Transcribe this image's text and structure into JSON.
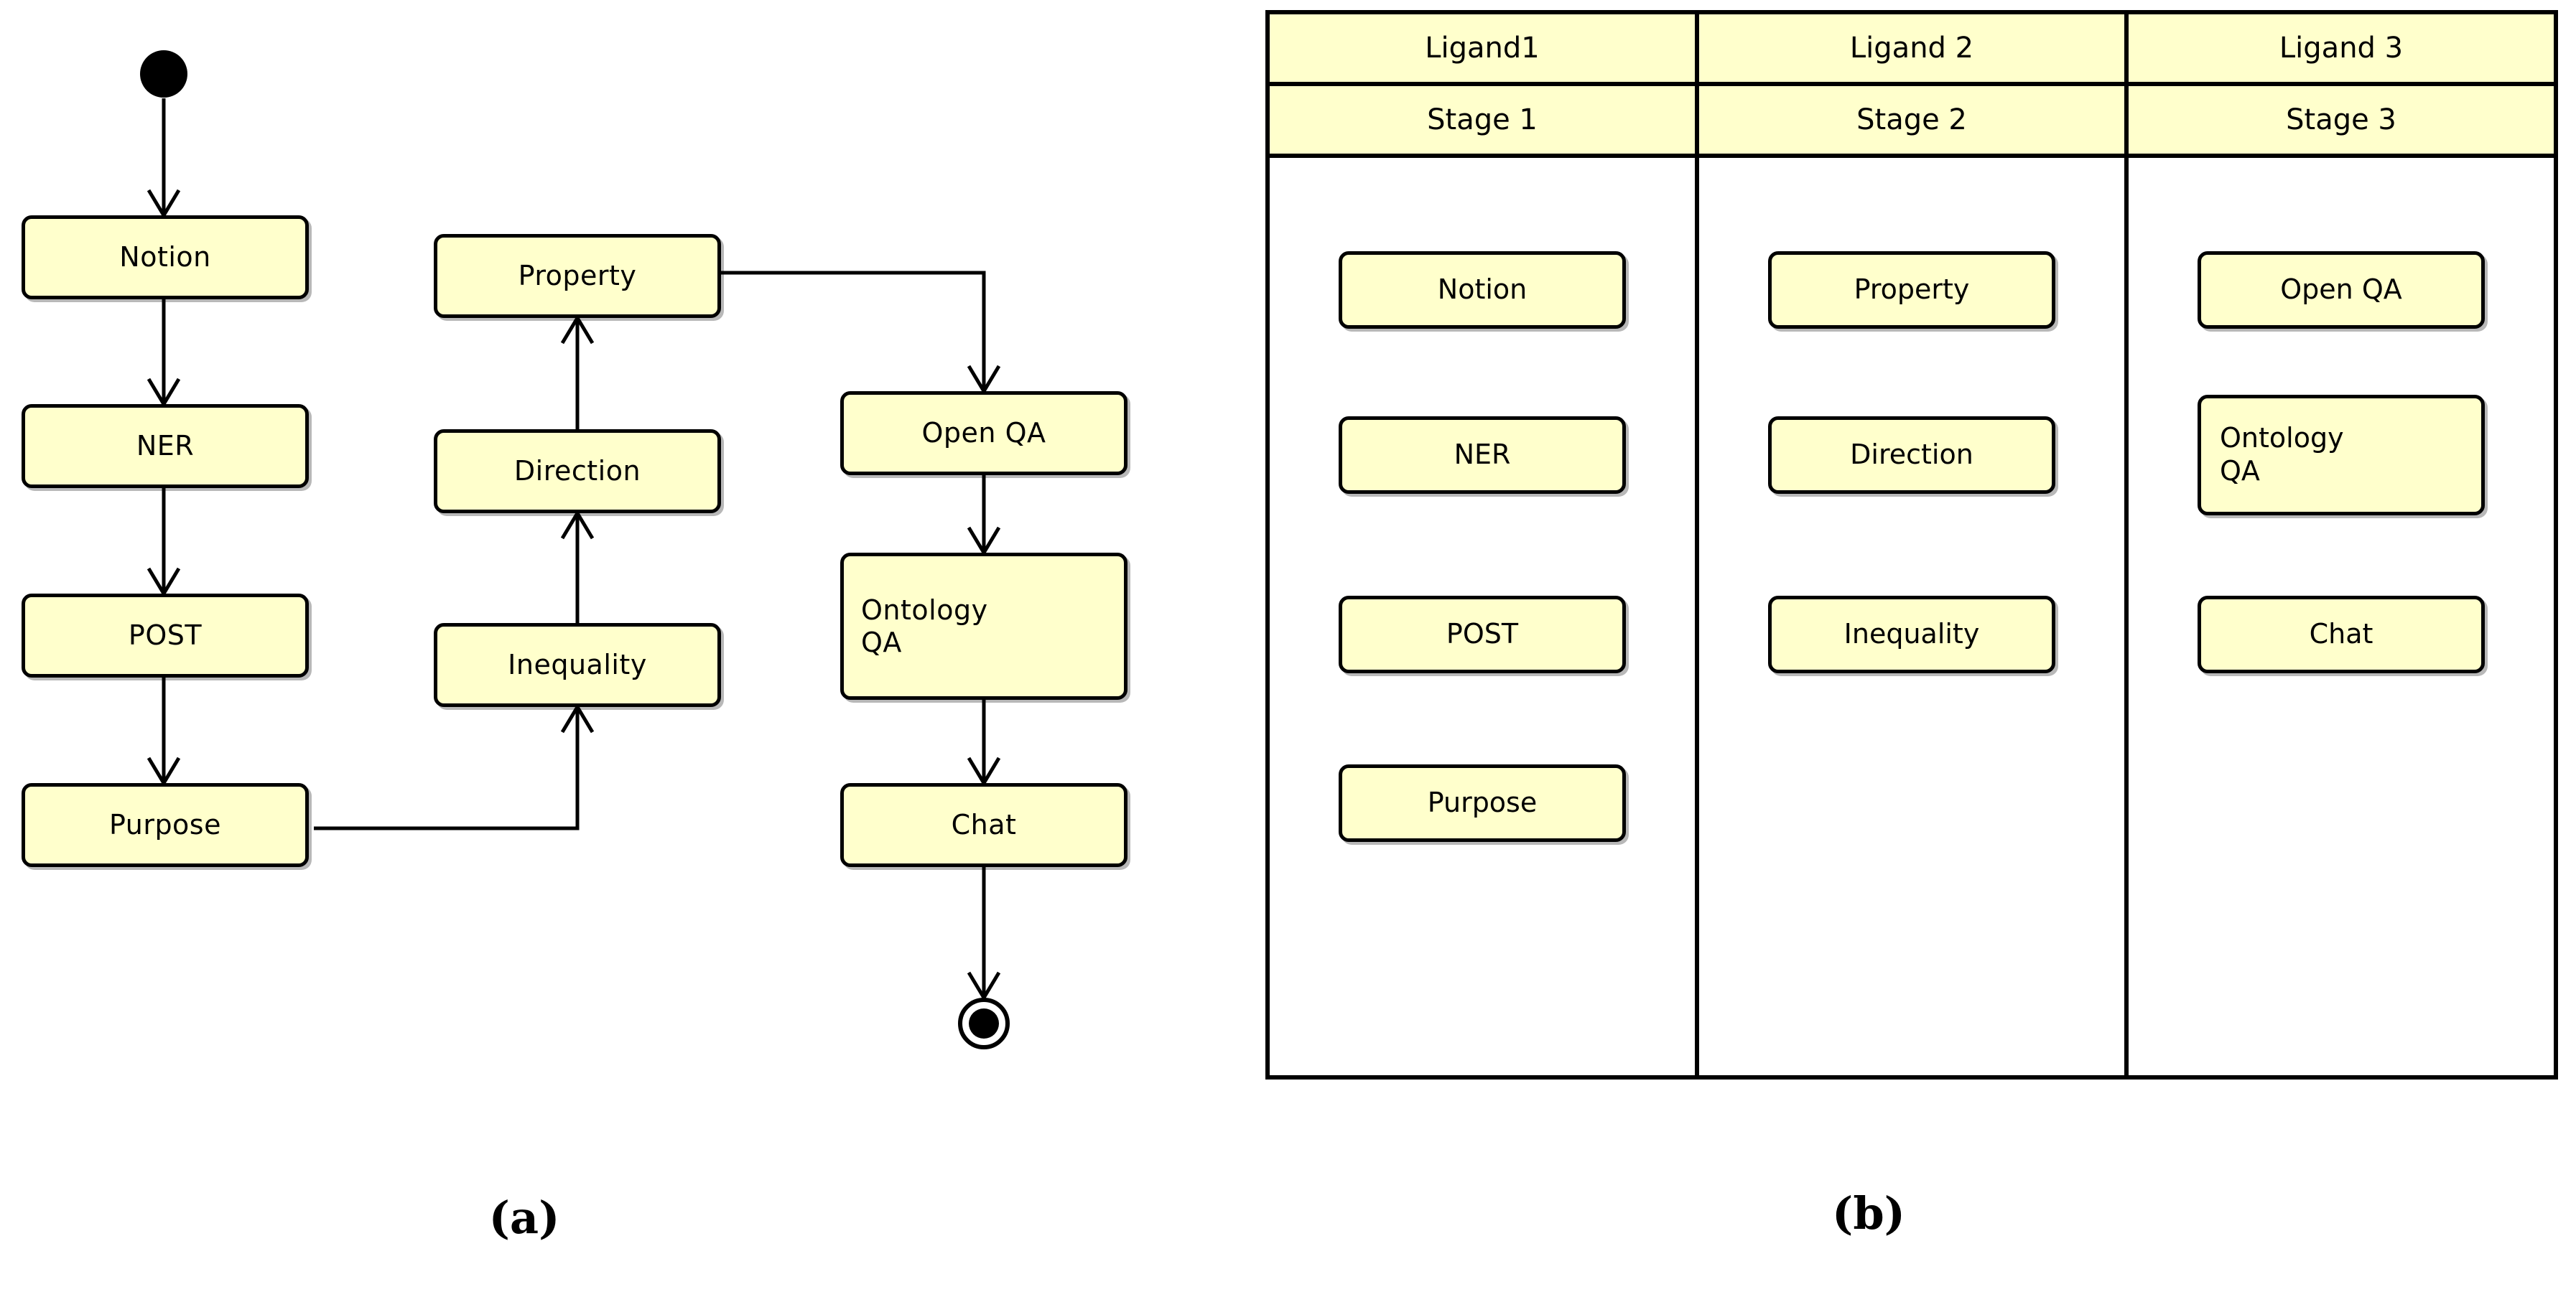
{
  "figure": {
    "panel_a_caption": "(a)",
    "panel_b_caption": "(b)"
  },
  "colors": {
    "node_fill": "#FFFFCC",
    "node_border": "#000000",
    "page_background": "#FFFFFF",
    "header_fill": "#FFFFCC"
  },
  "activity_diagram": {
    "start_node": "initial-node",
    "end_node": "final-node",
    "nodes": [
      {
        "id": "notion",
        "label": "Notion"
      },
      {
        "id": "ner",
        "label": "NER"
      },
      {
        "id": "post",
        "label": "POST"
      },
      {
        "id": "purpose",
        "label": "Purpose"
      },
      {
        "id": "property",
        "label": "Property"
      },
      {
        "id": "direction",
        "label": "Direction"
      },
      {
        "id": "inequality",
        "label": "Inequality"
      },
      {
        "id": "open-qa",
        "label": "Open QA"
      },
      {
        "id": "ontology-qa",
        "label": "Ontology\nQA"
      },
      {
        "id": "chat",
        "label": "Chat"
      }
    ],
    "edges": [
      {
        "from": "start",
        "to": "notion"
      },
      {
        "from": "notion",
        "to": "ner"
      },
      {
        "from": "ner",
        "to": "post"
      },
      {
        "from": "post",
        "to": "purpose"
      },
      {
        "from": "purpose",
        "to": "inequality"
      },
      {
        "from": "inequality",
        "to": "direction"
      },
      {
        "from": "direction",
        "to": "property"
      },
      {
        "from": "property",
        "to": "open-qa"
      },
      {
        "from": "open-qa",
        "to": "ontology-qa"
      },
      {
        "from": "ontology-qa",
        "to": "chat"
      },
      {
        "from": "chat",
        "to": "end"
      }
    ]
  },
  "swimlane_table": {
    "lanes": [
      {
        "ligand": "Ligand1",
        "stage": "Stage 1",
        "activities": [
          {
            "label": "Notion",
            "wrap": false
          },
          {
            "label": "NER",
            "wrap": false
          },
          {
            "label": "POST",
            "wrap": false
          },
          {
            "label": "Purpose",
            "wrap": false
          }
        ]
      },
      {
        "ligand": "Ligand 2",
        "stage": "Stage 2",
        "activities": [
          {
            "label": "Property",
            "wrap": false
          },
          {
            "label": "Direction",
            "wrap": false
          },
          {
            "label": "Inequality",
            "wrap": false
          }
        ]
      },
      {
        "ligand": "Ligand 3",
        "stage": "Stage 3",
        "activities": [
          {
            "label": "Open QA",
            "wrap": false
          },
          {
            "label": "Ontology\nQA",
            "wrap": true
          },
          {
            "label": "Chat",
            "wrap": false
          }
        ]
      }
    ]
  }
}
